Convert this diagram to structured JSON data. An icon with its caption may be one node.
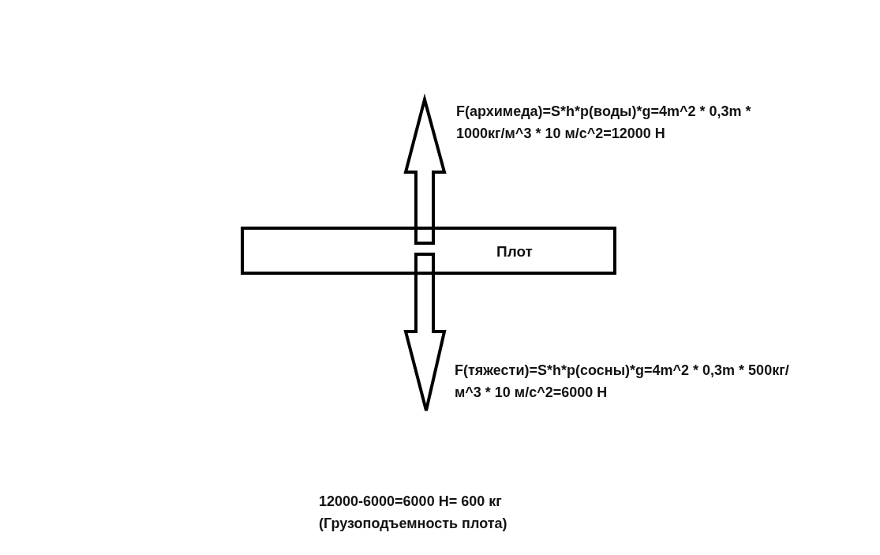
{
  "diagram": {
    "nodes": [
      {
        "text": [
          "Плот"
        ]
      }
    ],
    "labels": [
      "F(архимеда)=S*h*p(воды)*g=4m^2 * 0,3m * 1000кг/м^3 * 10 м/с^2=12000 Н",
      "F(тяжести)=S*h*p(сосны)*g=4m^2 * 0,3m * 500кг/м^3 * 10 м/с^2=6000 Н",
      "12000-6000=6000 Н= 600 кг",
      "(Грузоподъемность плота)"
    ]
  }
}
